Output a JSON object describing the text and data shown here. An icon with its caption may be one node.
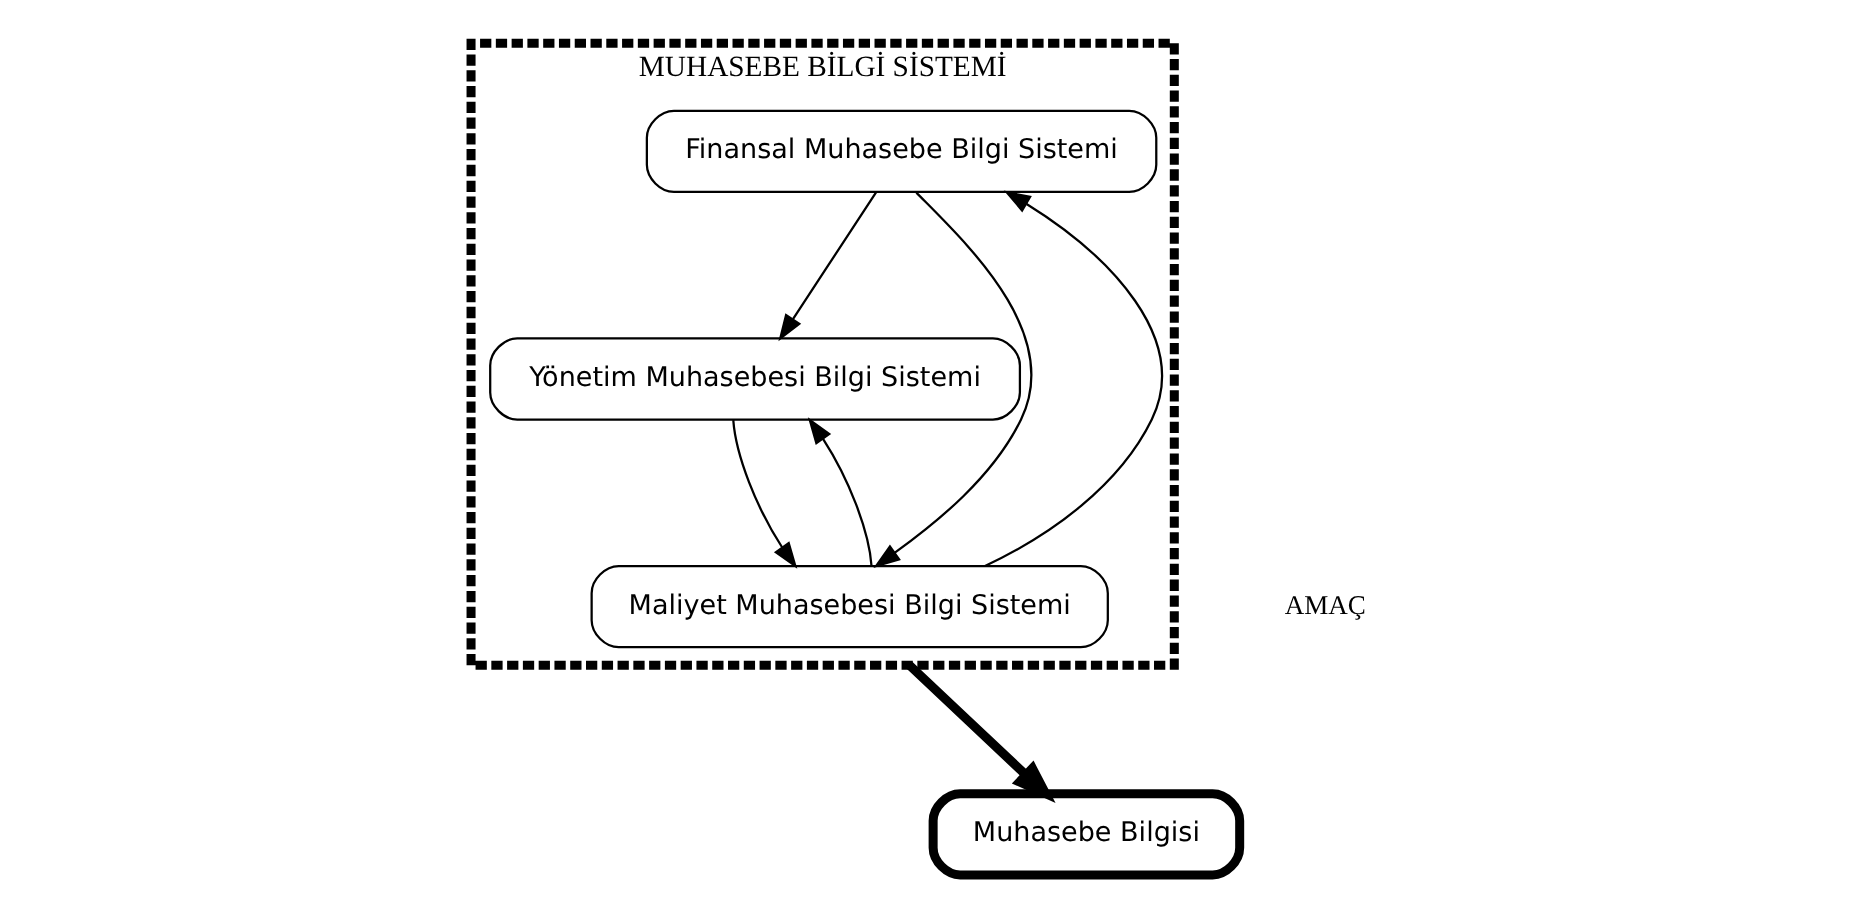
{
  "diagram": {
    "nodes": [
      {
        "text": [
          "MUHASEBE BİLGİ SİSTEMİ"
        ]
      },
      {
        "text": [
          "Finansal Muhasebe Bilgi Sistemi"
        ],
        "in": 0
      },
      {
        "text": [
          "Yönetim Muhasebesi Bilgi Sistemi"
        ],
        "in": 0
      },
      {
        "text": [
          "Maliyet Muhasebesi Bilgi Sistemi"
        ],
        "in": 0
      },
      {
        "text": [
          "Muhasebe Bilgisi"
        ]
      }
    ],
    "edges": [
      {
        "from": 1,
        "to": 2,
        "arrow": "to"
      },
      {
        "from": 3,
        "to": 1,
        "arrow": "to"
      },
      {
        "from": 1,
        "to": 3,
        "arrow": "to"
      },
      {
        "from": 3,
        "to": 2,
        "arrow": "to"
      },
      {
        "from": 2,
        "to": 3,
        "arrow": "to"
      },
      {
        "from": 0,
        "to": 4,
        "arrow": "to",
        "style": "thick"
      }
    ],
    "labels": [
      "AMAÇ"
    ]
  }
}
